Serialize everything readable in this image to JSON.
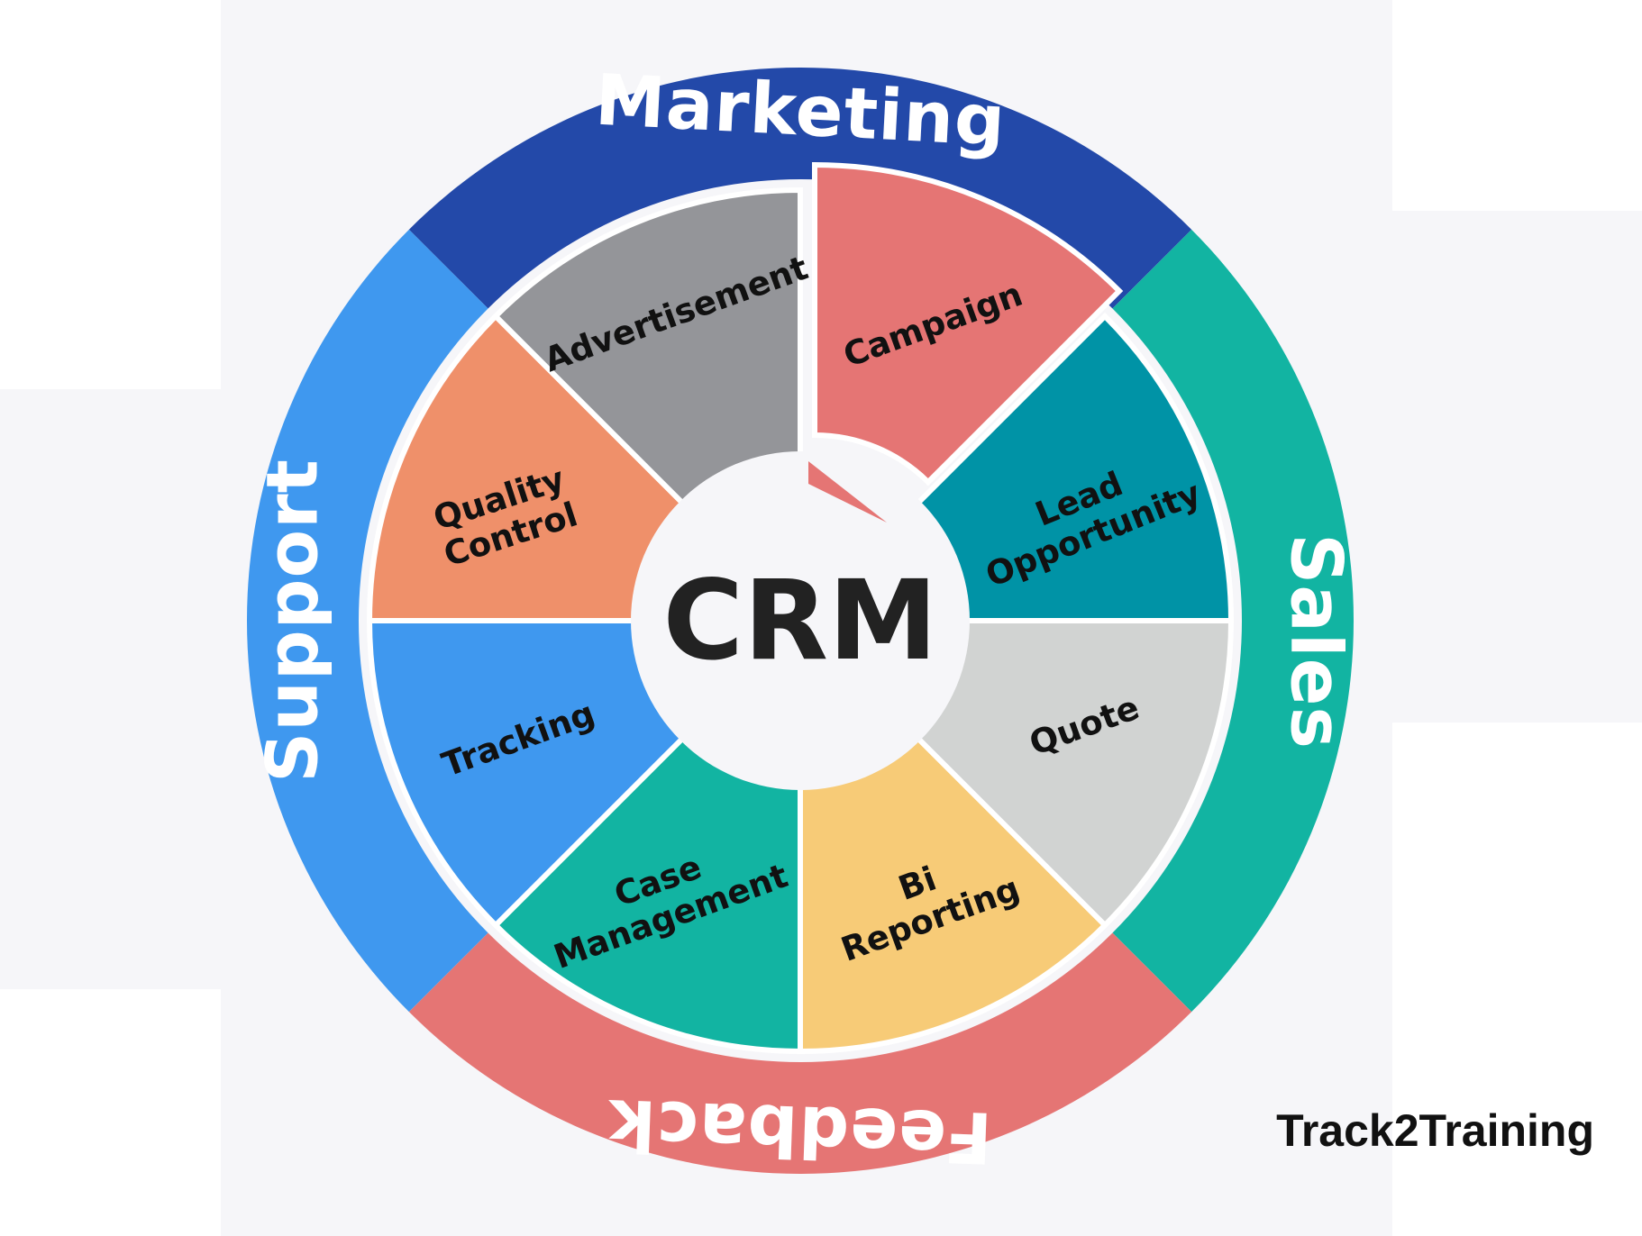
{
  "center": {
    "label": "CRM",
    "color": "#f6f6f9"
  },
  "outer_ring": [
    {
      "label": "Marketing",
      "color": "#2349a9"
    },
    {
      "label": "Sales",
      "color": "#12b4a2"
    },
    {
      "label": "Feedback",
      "color": "#e57574"
    },
    {
      "label": "Support",
      "color": "#3f98ef"
    }
  ],
  "segments": [
    {
      "key": "campaign",
      "lines": [
        "Campaign"
      ],
      "color": "#e57574"
    },
    {
      "key": "lead-opportunity",
      "lines": [
        "Lead",
        "Opportunity"
      ],
      "color": "#0093a6"
    },
    {
      "key": "quote",
      "lines": [
        "Quote"
      ],
      "color": "#d1d3d2"
    },
    {
      "key": "bi-reporting",
      "lines": [
        "Bi",
        "Reporting"
      ],
      "color": "#f7cb77"
    },
    {
      "key": "case-management",
      "lines": [
        "Case",
        "Management"
      ],
      "color": "#12b4a2"
    },
    {
      "key": "tracking",
      "lines": [
        "Tracking"
      ],
      "color": "#3f98ef"
    },
    {
      "key": "quality-control",
      "lines": [
        "Quality",
        "Control"
      ],
      "color": "#ef906a"
    },
    {
      "key": "advertisement",
      "lines": [
        "Advertisement"
      ],
      "color": "#949599"
    }
  ],
  "arrow": {
    "color": "#e57574"
  },
  "brand": "Track2Training"
}
